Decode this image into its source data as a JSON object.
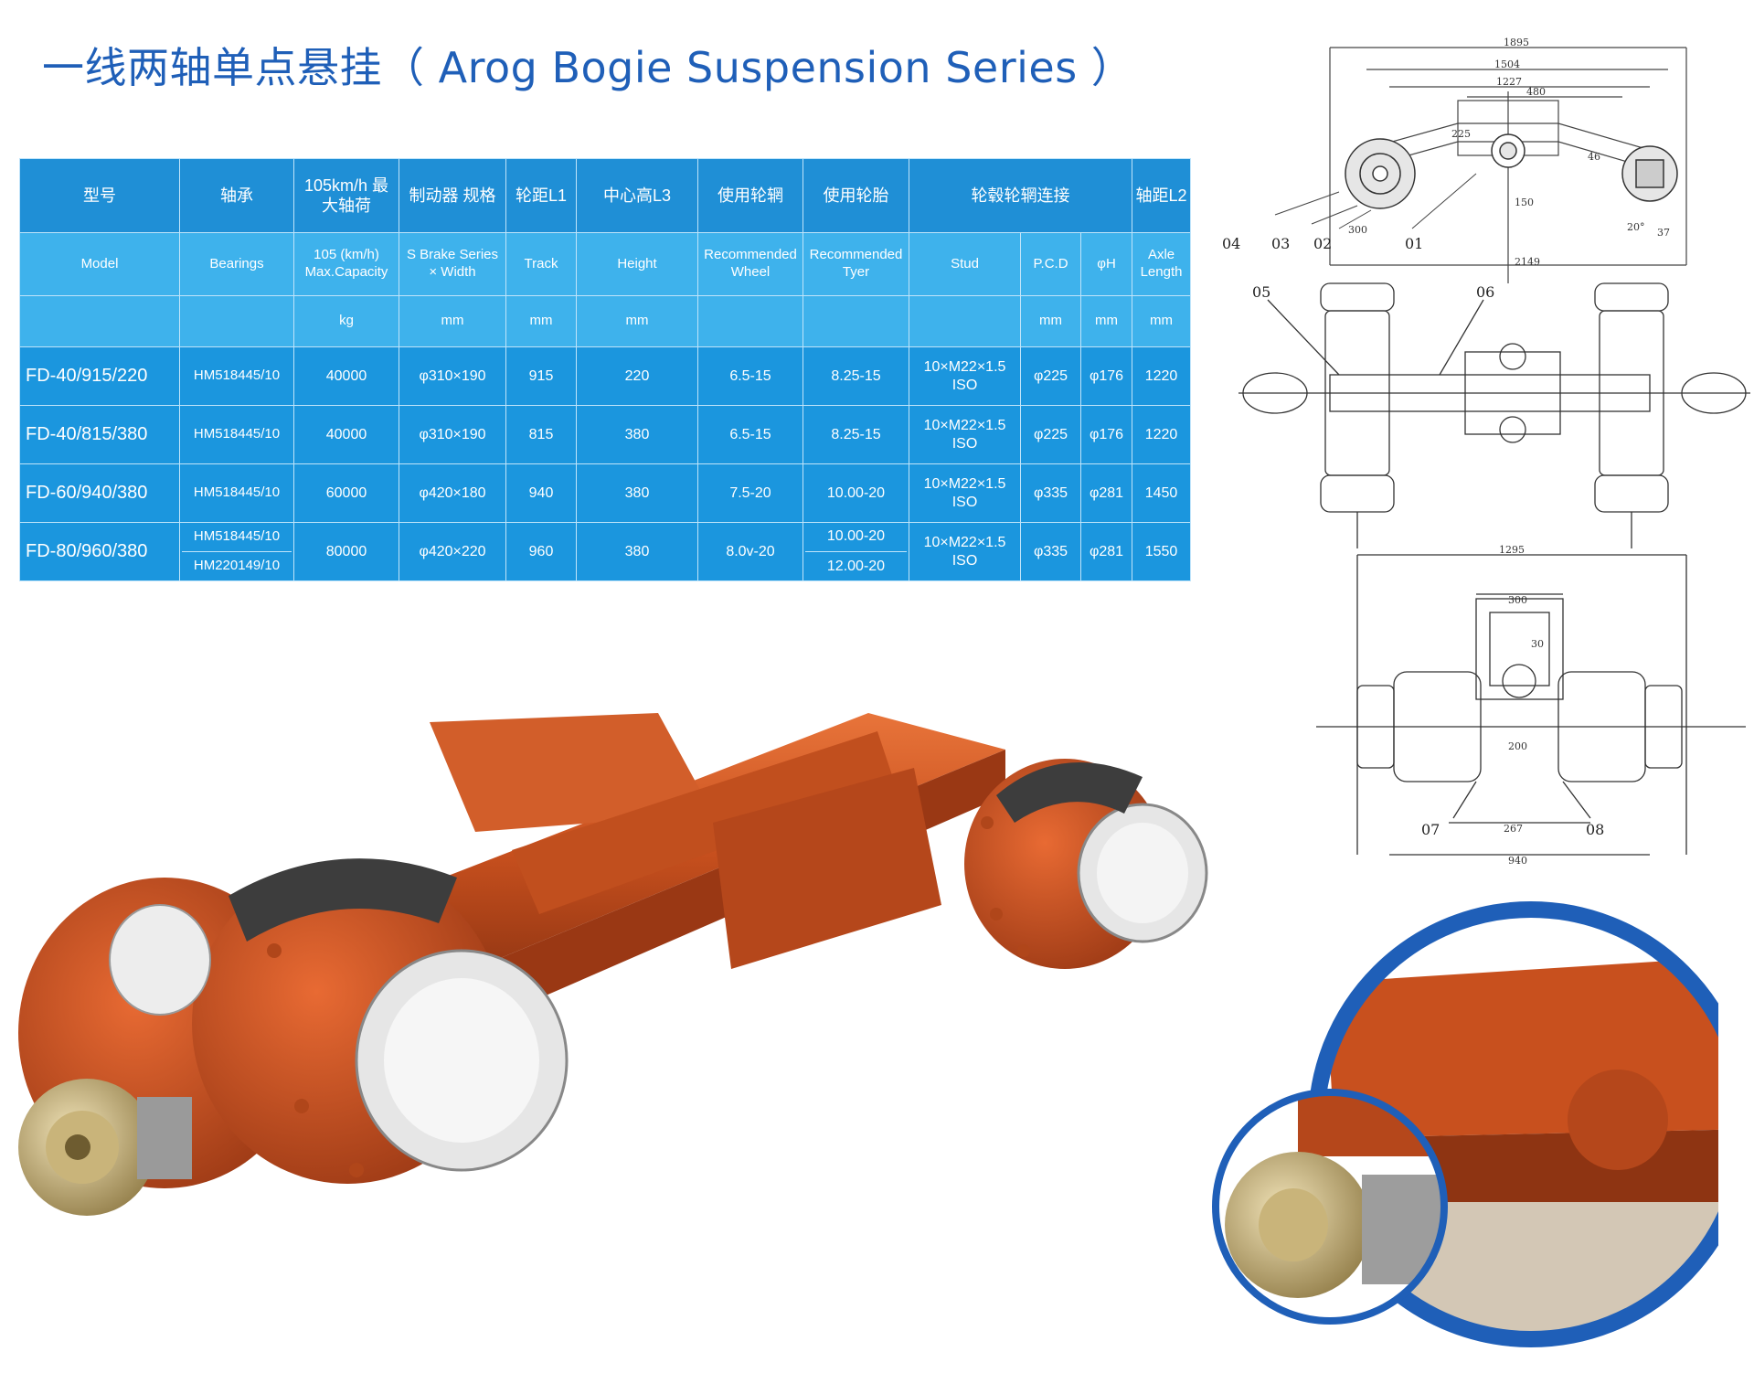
{
  "page": {
    "title": "一线两轴单点悬挂（ Arog Bogie Suspension Series ）"
  },
  "table": {
    "header_cn": [
      "型号",
      "轴承",
      "105km/h 最大轴荷",
      "制动器 规格",
      "轮距L1",
      "中心高L3",
      "使用轮辋",
      "使用轮胎",
      "轮毂轮辋连接",
      "轴距L2"
    ],
    "header_en": [
      "Model",
      "Bearings",
      "105 (km/h) Max.Capacity",
      "S Brake Series × Width",
      "Track",
      "Height",
      "Recommended Wheel",
      "Recommended Tyer",
      "Stud",
      "P.C.D",
      "φH",
      "Axle Length"
    ],
    "units": [
      "",
      "",
      "kg",
      "mm",
      "mm",
      "mm",
      "",
      "",
      "",
      "mm",
      "mm",
      "mm"
    ],
    "rows": [
      {
        "model": "FD-40/915/220",
        "bearing": [
          "HM518445/10"
        ],
        "capacity": "40000",
        "brake": "φ310×190",
        "track": "915",
        "height": "220",
        "wheel": "6.5-15",
        "tyre": [
          "8.25-15"
        ],
        "stud": "10×M22×1.5 ISO",
        "pcd": "φ225",
        "h": "φ176",
        "axle": "1220"
      },
      {
        "model": "FD-40/815/380",
        "bearing": [
          "HM518445/10"
        ],
        "capacity": "40000",
        "brake": "φ310×190",
        "track": "815",
        "height": "380",
        "wheel": "6.5-15",
        "tyre": [
          "8.25-15"
        ],
        "stud": "10×M22×1.5 ISO",
        "pcd": "φ225",
        "h": "φ176",
        "axle": "1220"
      },
      {
        "model": "FD-60/940/380",
        "bearing": [
          "HM518445/10"
        ],
        "capacity": "60000",
        "brake": "φ420×180",
        "track": "940",
        "height": "380",
        "wheel": "7.5-20",
        "tyre": [
          "10.00-20"
        ],
        "stud": "10×M22×1.5 ISO",
        "pcd": "φ335",
        "h": "φ281",
        "axle": "1450"
      },
      {
        "model": "FD-80/960/380",
        "bearing": [
          "HM518445/10",
          "HM220149/10"
        ],
        "capacity": "80000",
        "brake": "φ420×220",
        "track": "960",
        "height": "380",
        "wheel": "8.0v-20",
        "tyre": [
          "10.00-20",
          "12.00-20"
        ],
        "stud": "10×M22×1.5 ISO",
        "pcd": "φ335",
        "h": "φ281",
        "axle": "1550"
      }
    ]
  },
  "drawing_side": {
    "dims": [
      "1895",
      "1504",
      "1227",
      "480",
      "225",
      "150",
      "46",
      "2149",
      "300",
      "20°",
      "37"
    ],
    "callouts": [
      "04",
      "03",
      "02",
      "01"
    ]
  },
  "drawing_top": {
    "callouts": [
      "05",
      "06"
    ]
  },
  "drawing_front": {
    "dims": [
      "1295",
      "300",
      "30",
      "267",
      "940",
      "200"
    ],
    "callouts": [
      "07",
      "08"
    ]
  },
  "colors": {
    "title": "#1f5fb8",
    "table_header": "#1f8fd6",
    "table_sub": "#3eb2ec",
    "table_body": "#1b96de",
    "suspension_orange": "#c8501e",
    "ring_blue": "#1f5fb8"
  }
}
